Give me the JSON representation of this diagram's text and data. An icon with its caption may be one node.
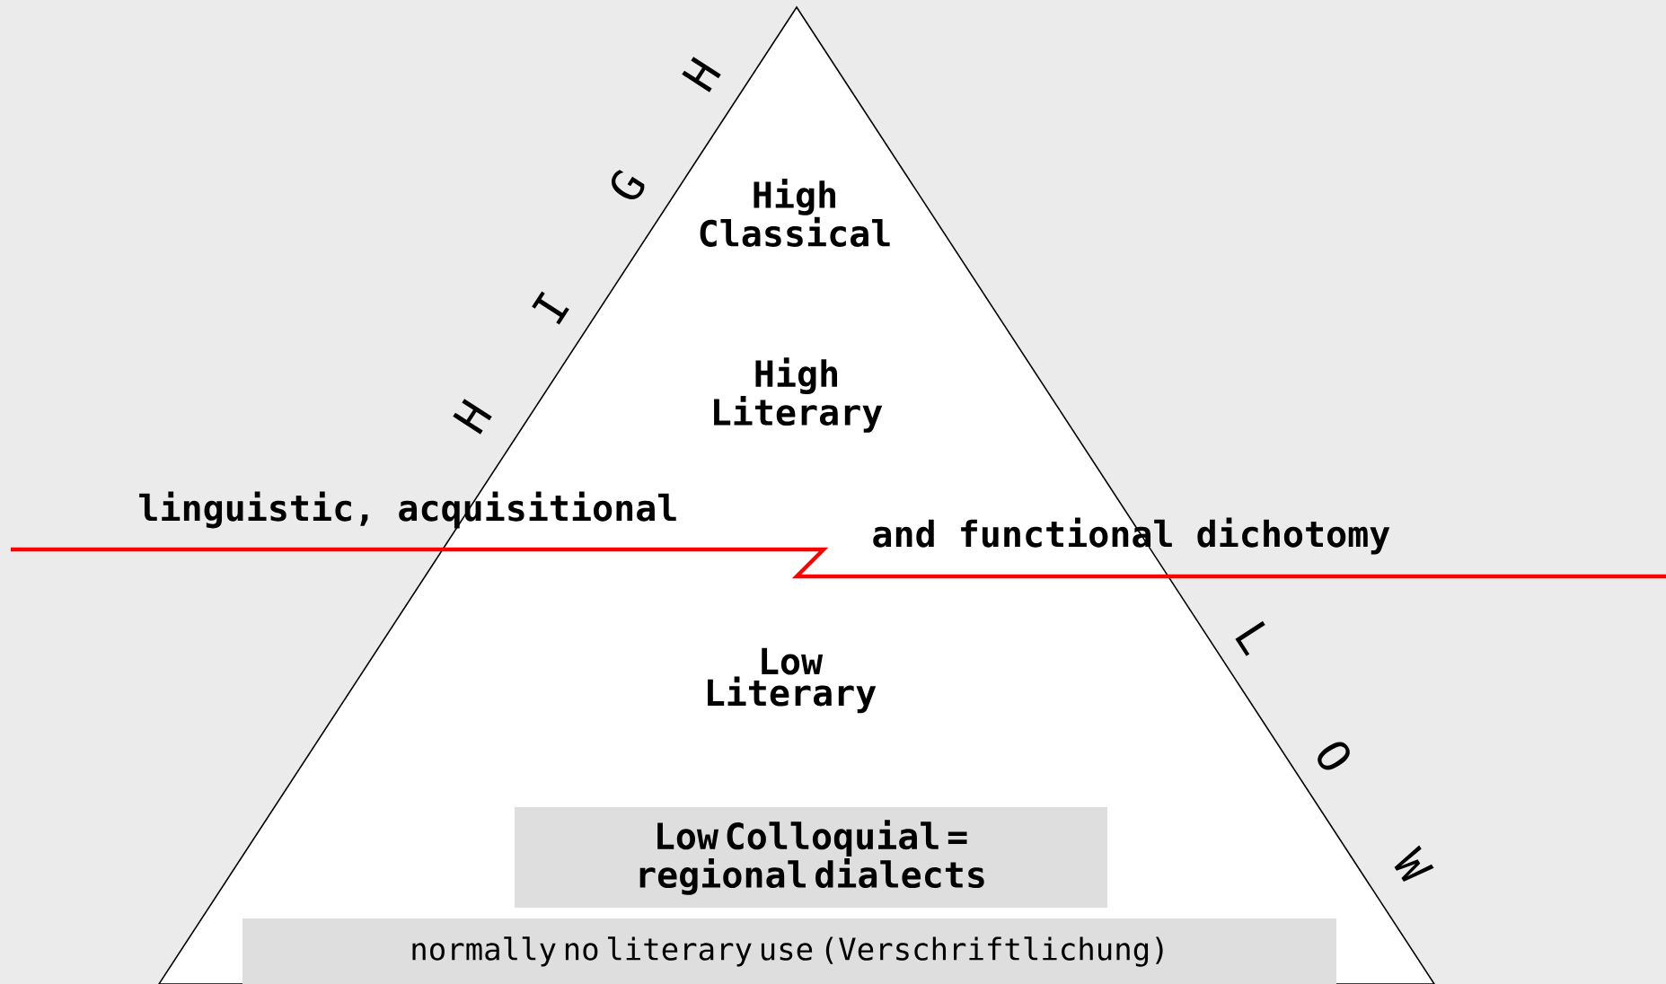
{
  "diagram": {
    "nodes": [
      {
        "text": [],
        "shape": "triangle"
      },
      {
        "text": [
          "Low Colloquial = regional dialects"
        ],
        "in": 0
      },
      {
        "text": [
          "normally no literary use (Verschriftlichung)"
        ],
        "in": 0
      }
    ],
    "labels": [
      "H",
      "I",
      "G",
      "H",
      "High Classical",
      "High Literary",
      "linguistic, acquisitional",
      "and functional dichotomy",
      "L",
      "O",
      "W",
      "Low Literary"
    ]
  }
}
